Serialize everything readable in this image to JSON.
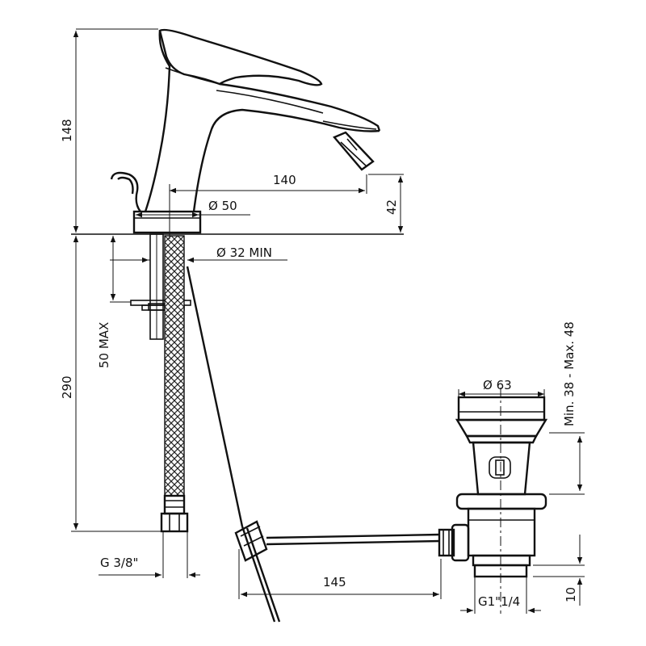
{
  "diagram": {
    "type": "technical drawing",
    "colors": {
      "line": "#111111",
      "background": "#ffffff",
      "hose": "#222222"
    }
  },
  "dimensions": {
    "height_top": "148",
    "reach": "140",
    "base_diameter": "Ø 50",
    "spout_height": "42",
    "hole_min": "Ø 32 MIN",
    "deck_max": "50 MAX",
    "hose_length": "290",
    "connection": "G 3/8\"",
    "waste_distance": "145",
    "waste_diameter": "Ø 63",
    "waste_thickness": "Min. 38 - Max. 48",
    "waste_thread": "G1\"1/4",
    "waste_bottom": "10"
  }
}
